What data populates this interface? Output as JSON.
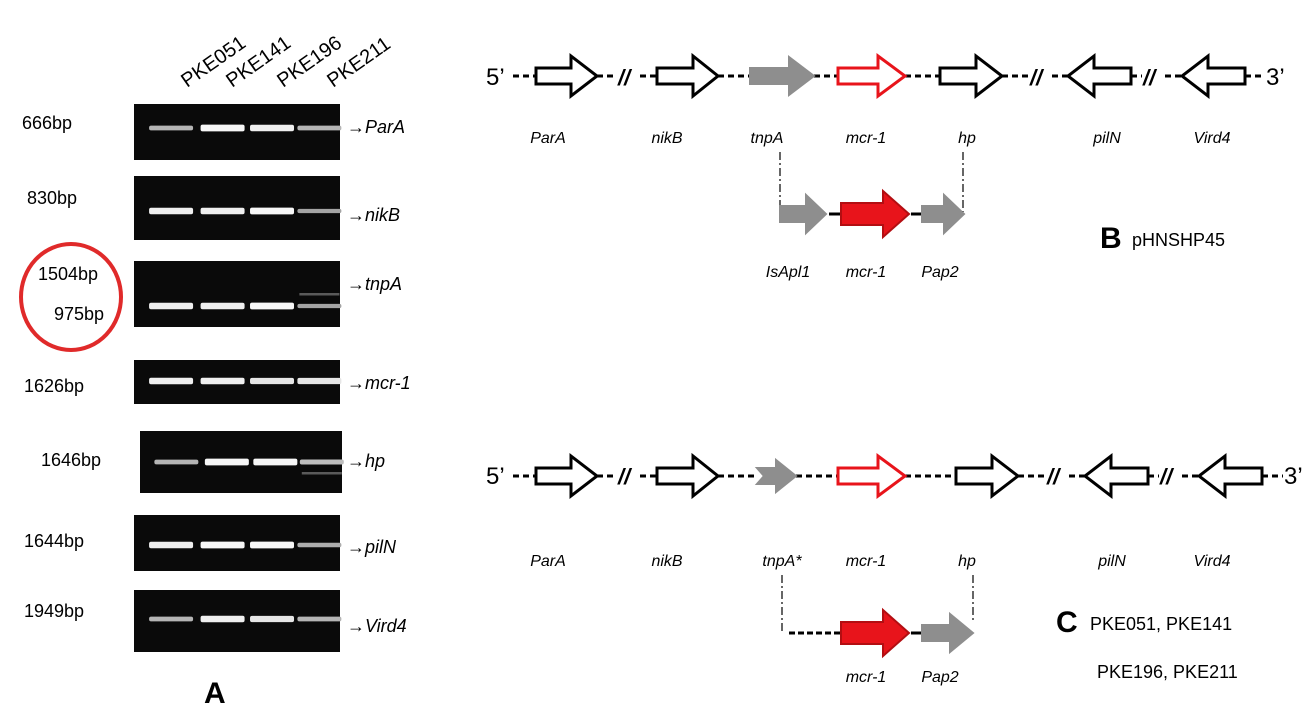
{
  "panel_a": {
    "label": "A",
    "lane_labels": [
      "PKE051",
      "PKE141",
      "PKE196",
      "PKE211"
    ],
    "gels": [
      {
        "size": "666bp",
        "gene": "ParA",
        "bands": [
          0.55,
          0.95,
          0.9,
          0.55
        ]
      },
      {
        "size": "830bp",
        "gene": "nikB",
        "bands": [
          0.9,
          0.9,
          0.95,
          0.45
        ]
      },
      {
        "sizes": [
          "1504bp",
          "975bp"
        ],
        "gene": "tnpA",
        "bands": [
          0.9,
          0.9,
          0.95,
          0.45
        ]
      },
      {
        "size": "1626bp",
        "gene": "mcr-1",
        "bands": [
          0.9,
          0.9,
          0.85,
          0.85
        ]
      },
      {
        "size": "1646bp",
        "gene": "hp",
        "bands": [
          0.55,
          0.95,
          0.95,
          0.6
        ]
      },
      {
        "size": "1644bp",
        "gene": "pilN",
        "bands": [
          0.9,
          0.95,
          0.95,
          0.5
        ]
      },
      {
        "size": "1949bp",
        "gene": "Vird4",
        "bands": [
          0.55,
          0.9,
          0.85,
          0.55
        ]
      }
    ],
    "arrow_symbol": "→"
  },
  "panel_b": {
    "label": "B",
    "plasmid": "pHNSHP45",
    "five_prime": "5’",
    "three_prime": "3’",
    "break_mark": "//",
    "genes": [
      "ParA",
      "nikB",
      "tnpA",
      "mcr-1",
      "hp",
      "pilN",
      "Vird4"
    ],
    "inset_genes": [
      "IsApl1",
      "mcr-1",
      "Pap2"
    ]
  },
  "panel_c": {
    "label": "C",
    "isolates_line1": "PKE051,   PKE141",
    "isolates_line2": "PKE196,  PKE211",
    "five_prime": "5’",
    "three_prime": "3’",
    "break_mark": "//",
    "genes": [
      "ParA",
      "nikB",
      "tnpA*",
      "mcr-1",
      "hp",
      "pilN",
      "Vird4"
    ],
    "inset_genes": [
      "mcr-1",
      "Pap2"
    ]
  },
  "colors": {
    "mcr_red": "#e8141b",
    "mobile_gray": "#8e8e8e",
    "gel": "#0a0a0a",
    "circle": "#e02a2a"
  }
}
